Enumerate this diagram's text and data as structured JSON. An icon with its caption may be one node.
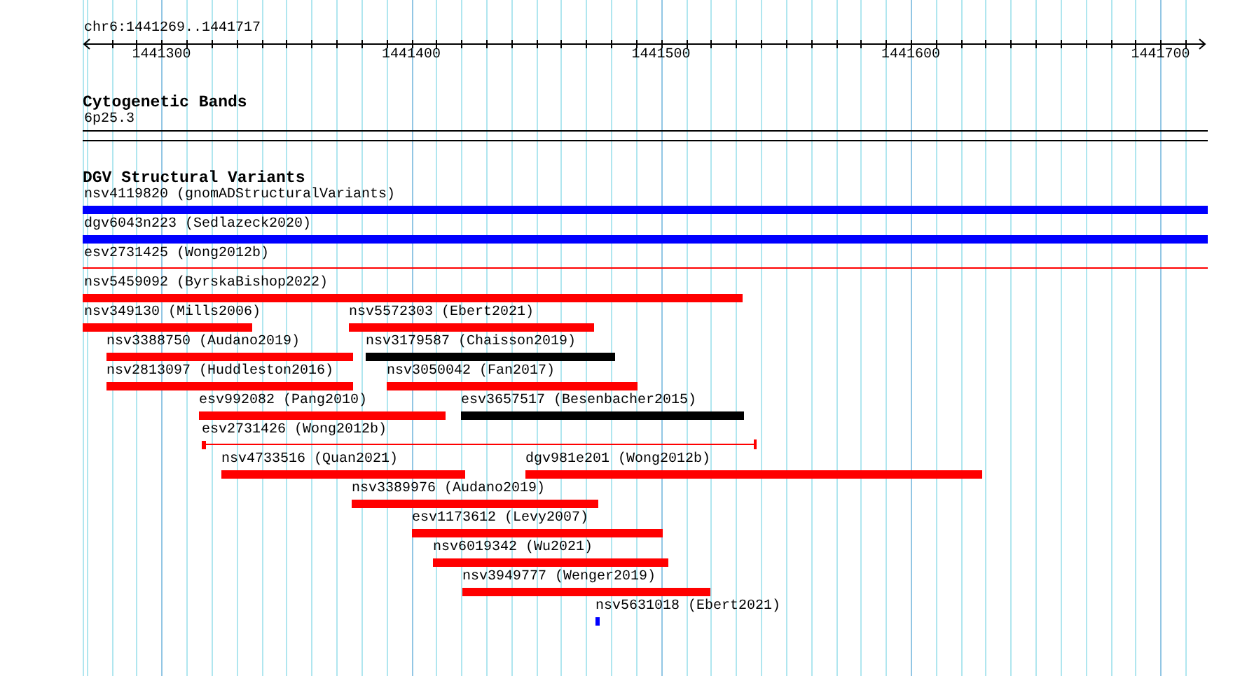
{
  "diagram": {
    "nodes": [
      {
        "text": [
          "6p25.3"
        ]
      },
      {
        "text": [
          "nsv4119820 (gnomADStructuralVariants)"
        ]
      },
      {
        "text": [
          "dgv6043n223 (Sedlazeck2020)"
        ]
      },
      {
        "text": [
          "esv2731425 (Wong2012b)"
        ]
      },
      {
        "text": [
          "nsv5459092 (ByrskaBishop2022)"
        ]
      },
      {
        "text": [
          "nsv349130 (Mills2006)"
        ]
      },
      {
        "text": [
          "nsv5572303 (Ebert2021)"
        ]
      },
      {
        "text": [
          "nsv3388750 (Audano2019)"
        ]
      },
      {
        "text": [
          "nsv3179587 (Chaisson2019)"
        ]
      },
      {
        "text": [
          "nsv2813097 (Huddleston2016)"
        ]
      },
      {
        "text": [
          "nsv3050042 (Fan2017)"
        ]
      },
      {
        "text": [
          "esv992082 (Pang2010)"
        ]
      },
      {
        "text": [
          "esv3657517 (Besenbacher2015)"
        ]
      },
      {
        "text": [
          "esv2731426 (Wong2012b)"
        ]
      },
      {
        "text": [
          "nsv4733516 (Quan2021)"
        ]
      },
      {
        "text": [
          "dgv981e201 (Wong2012b)"
        ]
      },
      {
        "text": [
          "nsv3389976 (Audano2019)"
        ]
      },
      {
        "text": [
          "esv1173612 (Levy2007)"
        ]
      },
      {
        "text": [
          "nsv6019342 (Wu2021)"
        ]
      },
      {
        "text": [
          "nsv3949777 (Wenger2019)"
        ]
      },
      {
        "text": [
          "nsv5631018 (Ebert2021)"
        ]
      }
    ],
    "labels": [
      "chr6:1441269..1441717",
      "1441300",
      "1441400",
      "1441500",
      "1441600",
      "1441700",
      "Cytogenetic Bands",
      "DGV Structural Variants"
    ]
  }
}
